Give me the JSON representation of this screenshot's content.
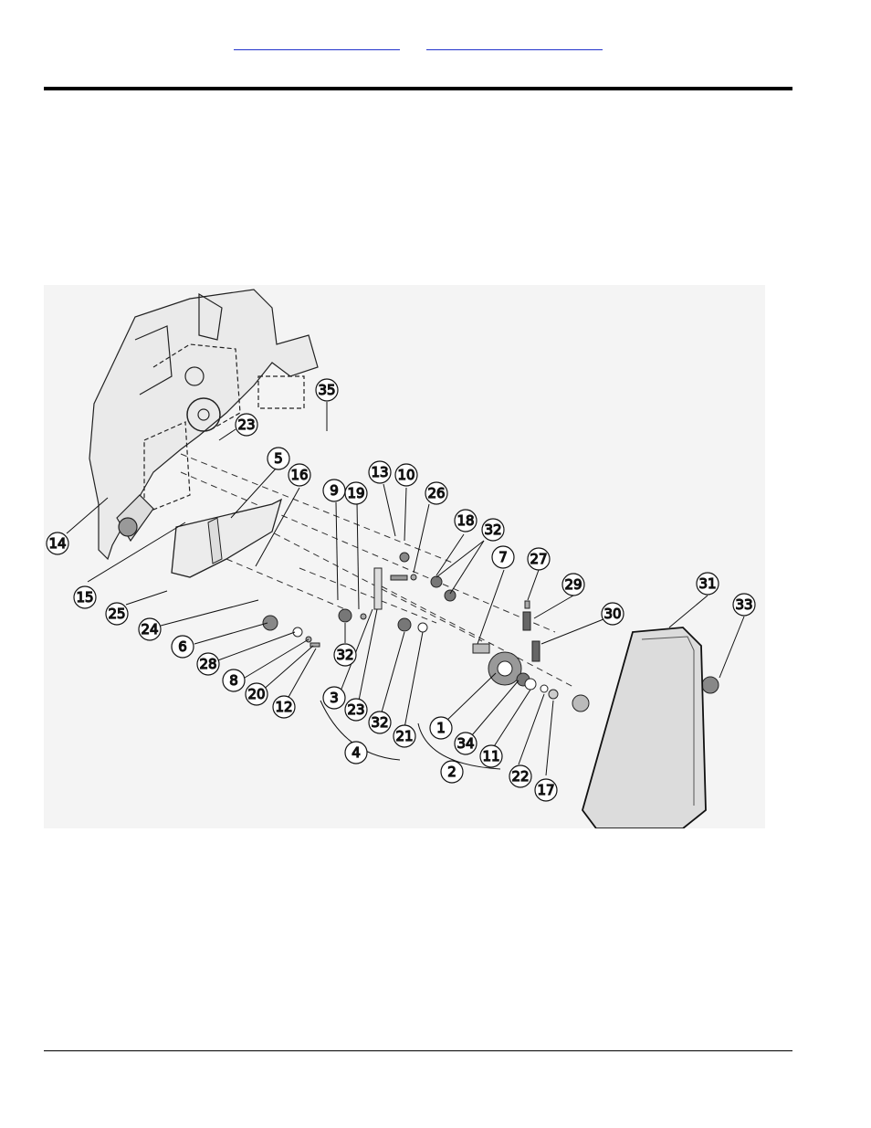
{
  "header": {
    "links": [
      "",
      ""
    ]
  },
  "diagram": {
    "callouts": [
      "35",
      "23",
      "5",
      "16",
      "13",
      "10",
      "26",
      "9",
      "19",
      "18",
      "32",
      "14",
      "7",
      "27",
      "15",
      "29",
      "31",
      "33",
      "30",
      "25",
      "24",
      "6",
      "28",
      "8",
      "20",
      "12",
      "32",
      "3",
      "23",
      "32",
      "21",
      "1",
      "34",
      "11",
      "22",
      "17",
      "4",
      "2"
    ]
  }
}
